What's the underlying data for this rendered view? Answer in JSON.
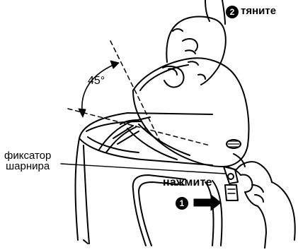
{
  "labels": {
    "angle": "45°",
    "hinge_line1": "фиксатор",
    "hinge_line2": "шарнира",
    "press": "нажмите",
    "pull": "тяните"
  },
  "steps": {
    "press_number": "1",
    "pull_number": "2"
  },
  "colors": {
    "ink": "#000000",
    "background": "#ffffff"
  }
}
